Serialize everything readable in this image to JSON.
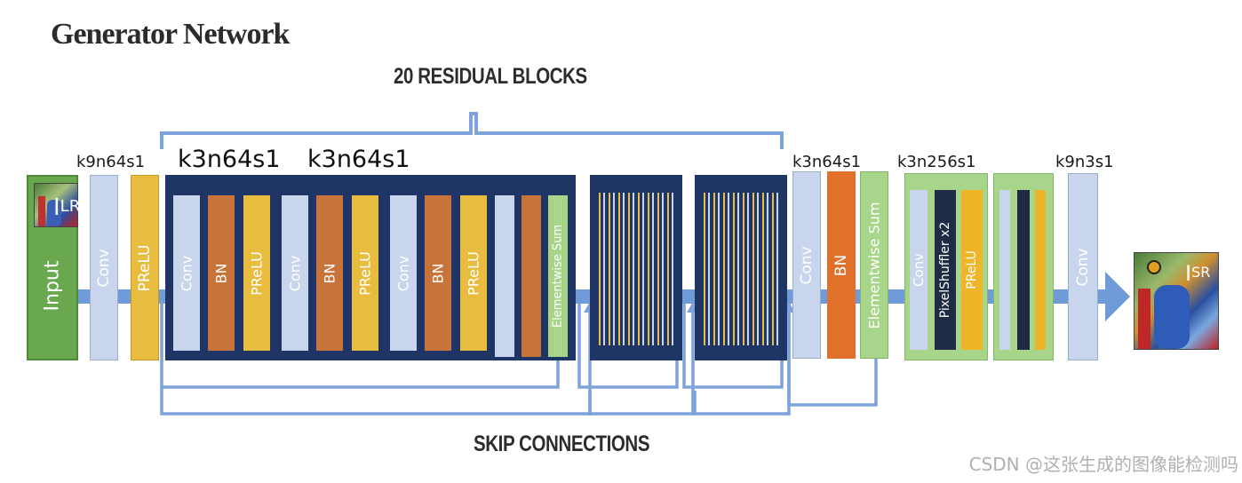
{
  "title": "Generator Network",
  "residual_caption": "20 RESIDUAL BLOCKS",
  "skip_caption": "SKIP CONNECTIONS",
  "labels": {
    "k9n64s1_first": "k9n64s1",
    "k3n64s1_a": "k3n64s1",
    "k3n64s1_b": "k3n64s1",
    "k3n64s1_c": "k3n64s1",
    "k3n256s1": "k3n256s1",
    "k9n3s1": "k9n3s1"
  },
  "blocks": {
    "input": "Input",
    "lr": "LR",
    "sr": "SR",
    "conv": "Conv",
    "prelu": "PReLU",
    "bn": "BN",
    "elementwise_sum": "Elementwise Sum",
    "pixelshuffler": "PixelShuffler x2"
  },
  "watermark": "CSDN @这张生成的图像能检测吗",
  "colors": {
    "input": "#6aa84f",
    "conv": "#c9d5ec",
    "prelu": "#e8bd3f",
    "bn": "#d6783a",
    "sum": "#a8d58a",
    "dark": "#1f3566",
    "arrow": "#6f9bd8",
    "bracket": "#7ea3da"
  }
}
